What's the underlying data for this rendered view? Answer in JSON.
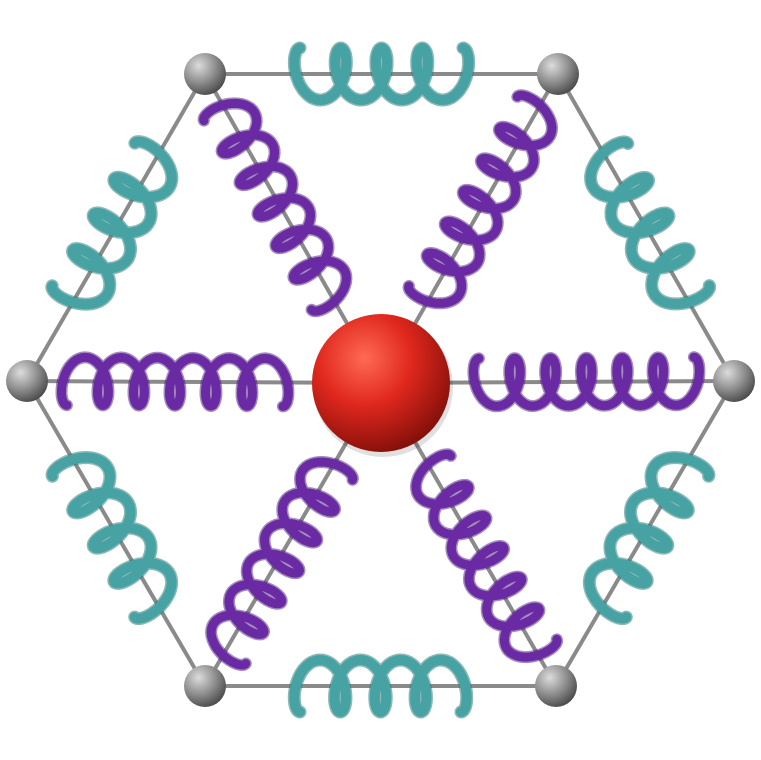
{
  "diagram": {
    "background": "#ffffff",
    "colors": {
      "frame_line": "#8a8a8a",
      "outer_helix": "#47a3a3",
      "inner_helix": "#6a2aa3",
      "center_node": "#e0281e",
      "vertex_node": "#7a7a7a"
    },
    "nodes": {
      "center": {
        "type": "center-node"
      },
      "vertices": [
        {
          "id": "top-left"
        },
        {
          "id": "top-right"
        },
        {
          "id": "right"
        },
        {
          "id": "bottom-right"
        },
        {
          "id": "bottom-left"
        },
        {
          "id": "left"
        }
      ]
    },
    "outer_springs": [
      {
        "id": "top",
        "from": "top-left",
        "to": "top-right",
        "turns": 4
      },
      {
        "id": "upper-right",
        "from": "top-right",
        "to": "right",
        "turns": 4
      },
      {
        "id": "lower-right",
        "from": "right",
        "to": "bottom-right",
        "turns": 4
      },
      {
        "id": "bottom",
        "from": "bottom-right",
        "to": "bottom-left",
        "turns": 4
      },
      {
        "id": "lower-left",
        "from": "bottom-left",
        "to": "left",
        "turns": 4
      },
      {
        "id": "upper-left",
        "from": "left",
        "to": "top-left",
        "turns": 4
      }
    ],
    "inner_springs": [
      {
        "id": "to-top-left",
        "to": "top-left",
        "turns": 6
      },
      {
        "id": "to-top-right",
        "to": "top-right",
        "turns": 6
      },
      {
        "id": "to-right",
        "to": "right",
        "turns": 6
      },
      {
        "id": "to-bottom-right",
        "to": "bottom-right",
        "turns": 6
      },
      {
        "id": "to-bottom-left",
        "to": "bottom-left",
        "turns": 6
      },
      {
        "id": "to-left",
        "to": "left",
        "turns": 6
      }
    ]
  }
}
